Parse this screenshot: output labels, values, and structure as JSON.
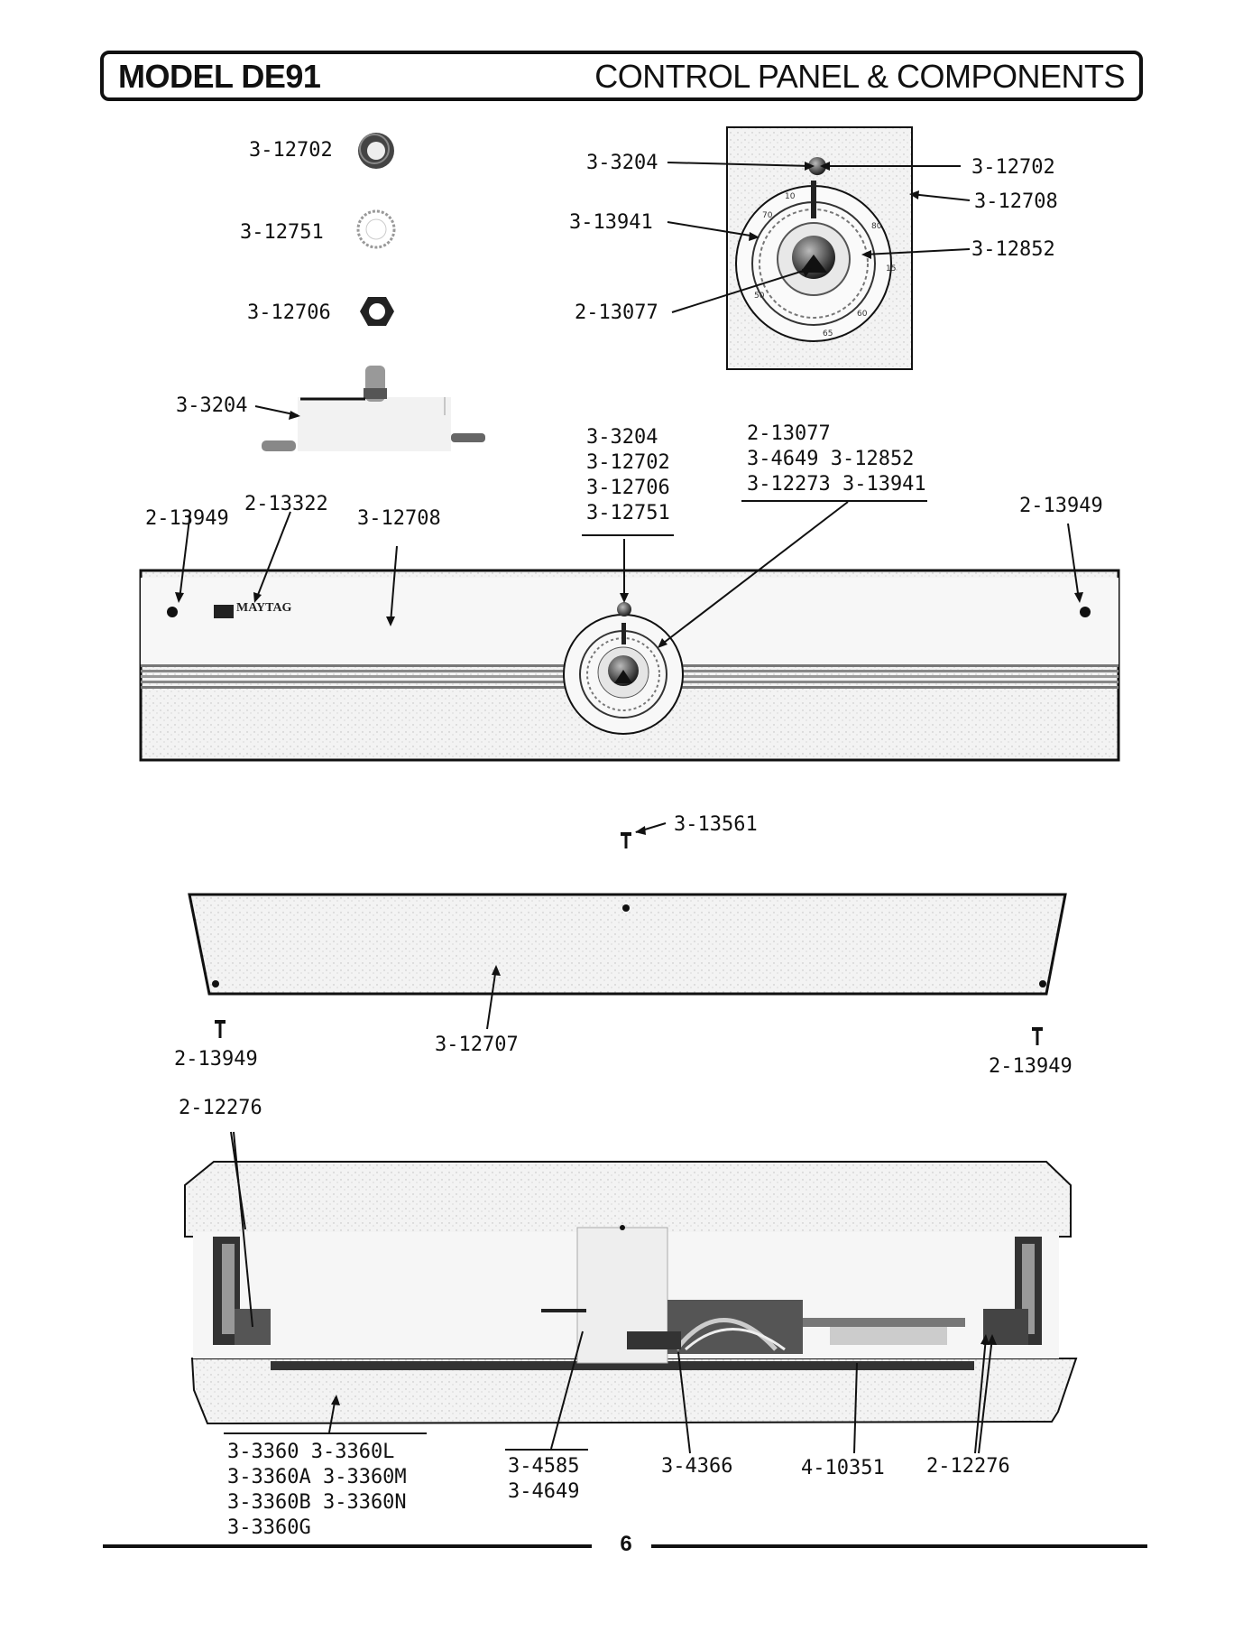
{
  "header": {
    "model": "MODEL DE91",
    "section": "CONTROL PANEL & COMPONENTS"
  },
  "brand_text": "MAYTAG",
  "labels": {
    "washer_cup": "3-12702",
    "wave_washer": "3-12751",
    "hex_nut": "3-12706",
    "shaft_part": "3-3204",
    "dial_knob": "3-3204",
    "dial_dial": "3-13941",
    "dial_pointer": "2-13077",
    "dial_washer": "3-12702",
    "dial_panel": "3-12708",
    "dial_skirt": "3-12852",
    "screw_left": "2-13949",
    "nameplate": "2-13322",
    "panel": "3-12708",
    "knob_group": [
      "3-3204",
      "3-12702",
      "3-12706",
      "3-12751"
    ],
    "dial_group": [
      "2-13077",
      "3-4649  3-12852",
      "3-12273 3-13941"
    ],
    "screw_right": "2-13949",
    "center_screw": "3-13561",
    "back_panel": "3-12707",
    "back_screw_left": "2-13949",
    "back_screw_right": "2-13949",
    "bracket_top": "2-12276",
    "console_group": [
      "3-3360   3-3360L",
      "3-3360A  3-3360M",
      "3-3360B  3-3360N",
      "3-3360G"
    ],
    "switch_group": [
      "3-4585",
      "3-4649"
    ],
    "timer": "3-4366",
    "harness": "4-10351",
    "bracket_right": "2-12276"
  },
  "page_number": "6"
}
